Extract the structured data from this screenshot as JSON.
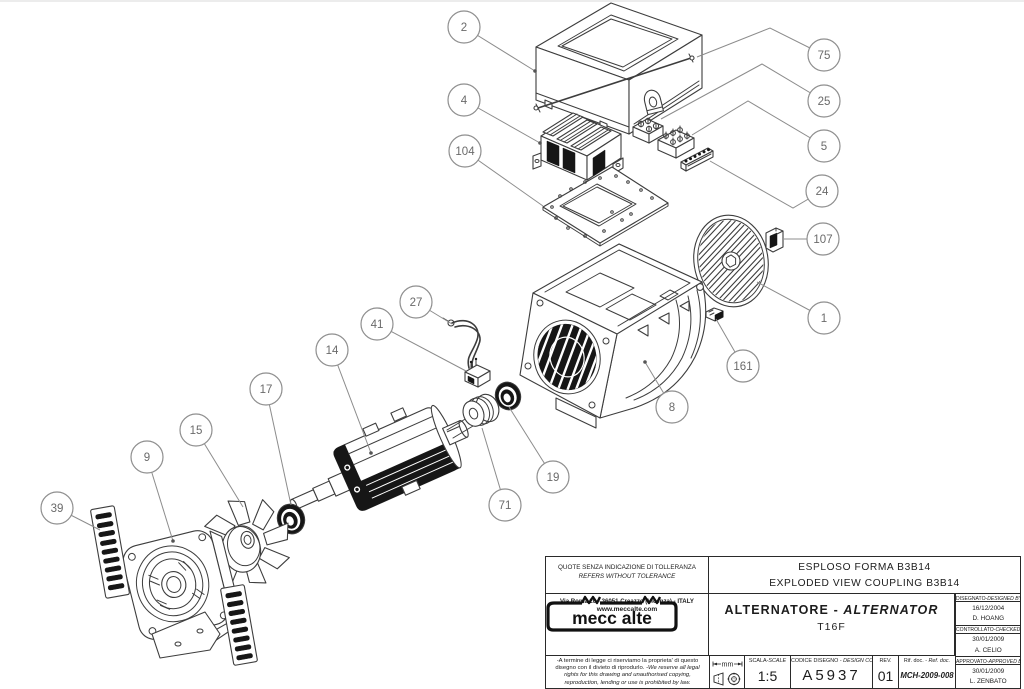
{
  "balloons": [
    {
      "label": "2"
    },
    {
      "label": "4"
    },
    {
      "label": "104"
    },
    {
      "label": "75"
    },
    {
      "label": "25"
    },
    {
      "label": "5"
    },
    {
      "label": "24"
    },
    {
      "label": "107"
    },
    {
      "label": "1"
    },
    {
      "label": "161"
    },
    {
      "label": "8"
    },
    {
      "label": "27"
    },
    {
      "label": "41"
    },
    {
      "label": "14"
    },
    {
      "label": "17"
    },
    {
      "label": "15"
    },
    {
      "label": "9"
    },
    {
      "label": "39"
    },
    {
      "label": "19"
    },
    {
      "label": "71"
    }
  ],
  "title_block": {
    "tolerance": {
      "it": "QUOTE SENZA INDICAZIONE DI TOLLERANZA",
      "en": "REFERS WITHOUT TOLERANCE"
    },
    "drawing_title": {
      "it": "ESPLOSO FORMA B3B14",
      "en": "EXPLODED VIEW COUPLING B3B14"
    },
    "product": {
      "it": "ALTERNATORE",
      "sep": "-",
      "en": "ALTERNATOR",
      "model": "T16F"
    },
    "logo": {
      "name": "mecc alte",
      "address": "Via Roma 20 - 36051 Creazzo (Vicenza) - ITALY",
      "website": "www.meccalte.com"
    },
    "legal": {
      "it": "-A termine di legge ci riserviamo la proprieta' di questo disegno con il divieto di riprodurlo.",
      "en": "-We reserve all legal rights for this drawing and unauthorised copying, reproduction, lending or use is prohibited by law."
    },
    "units": "mm",
    "scale": {
      "label_it": "SCALA-",
      "label_en": "SCALE",
      "value": "1:5"
    },
    "code": {
      "label_it": "CODICE DISEGNO - ",
      "label_en": "DESIGN CODE",
      "value": "A5937"
    },
    "rev": {
      "label": "REV.",
      "value": "01"
    },
    "ref": {
      "label_it": "Rif. doc. - ",
      "label_en": "Ref. doc.",
      "value": "MCH-2009-008"
    },
    "signatures": [
      {
        "label_it": "DISEGNATO-",
        "label_en": "DESIGNED BY",
        "date": "16/12/2004",
        "name": "D. HOANG"
      },
      {
        "label_it": "CONTROLLATO-",
        "label_en": "CHECKED BY",
        "date": "30/01/2009",
        "name": "A. CELIO"
      },
      {
        "label_it": "APPROVATO-",
        "label_en": "APPROVED BY",
        "date": "30/01/2009",
        "name": "L. ZENBATO"
      }
    ]
  }
}
